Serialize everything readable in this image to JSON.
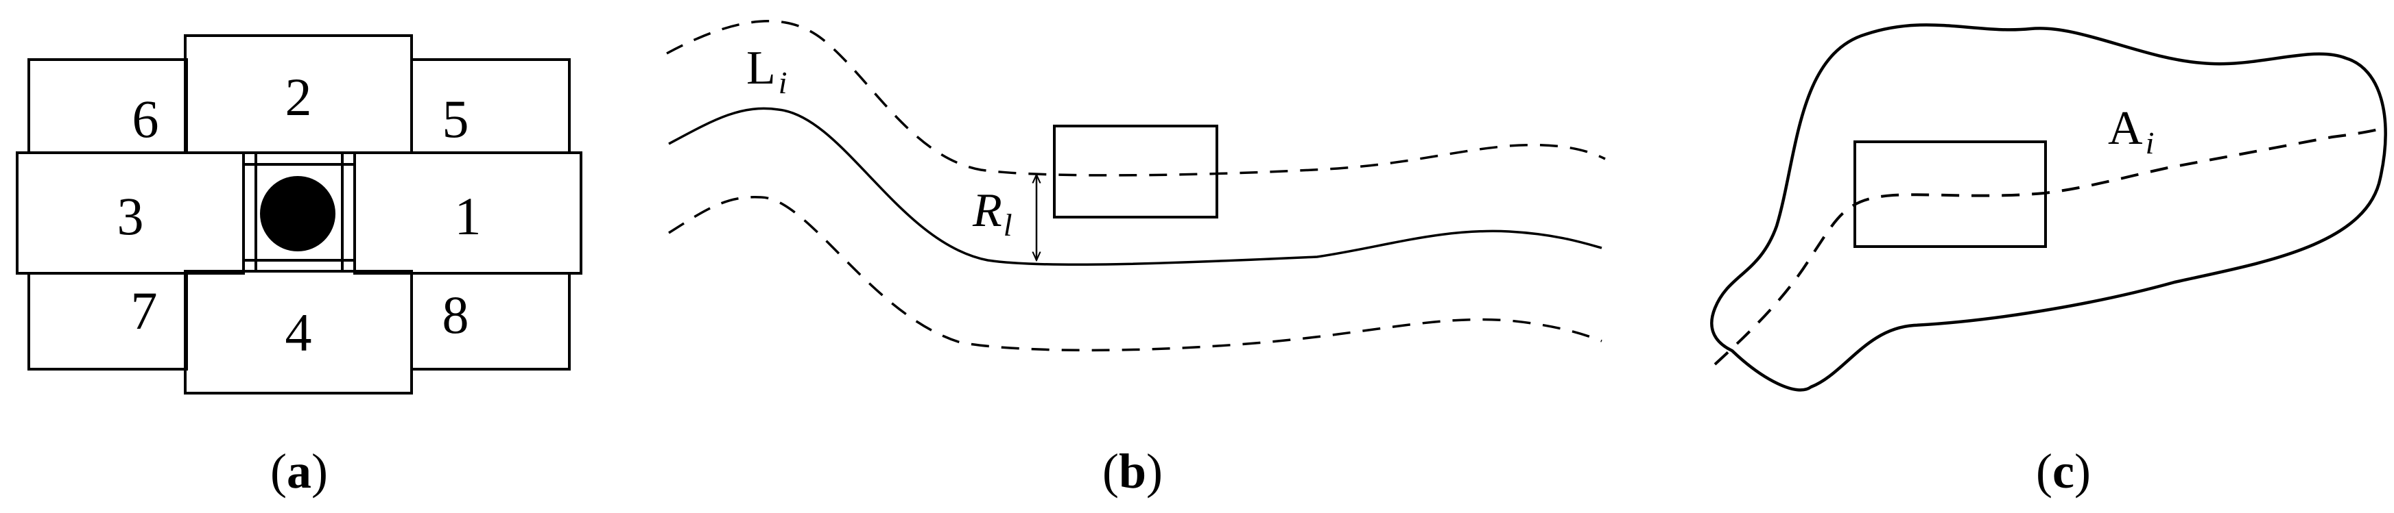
{
  "panels": {
    "a": {
      "caption_open": "(",
      "caption_letter": "a",
      "caption_close": ")",
      "blocks": [
        "1",
        "2",
        "3",
        "4",
        "5",
        "6",
        "7",
        "8"
      ]
    },
    "b": {
      "caption_open": "(",
      "caption_letter": "b",
      "caption_close": ")",
      "line_label": "L",
      "line_label_sub": "i",
      "radius_label": "R",
      "radius_label_sub": "l"
    },
    "c": {
      "caption_open": "(",
      "caption_letter": "c",
      "caption_close": ")",
      "area_label": "A",
      "area_label_sub": "i"
    }
  }
}
